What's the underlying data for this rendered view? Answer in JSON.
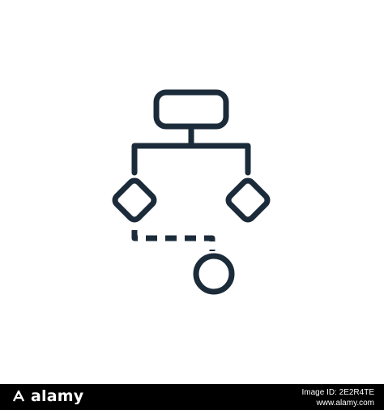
{
  "icon": {
    "name": "flowchart-icon",
    "stroke_color": "#1b2b3a",
    "dash_pattern_visible": true
  },
  "footer": {
    "brand": "alamy",
    "image_id_label": "Image ID:",
    "image_id_value": "2E2R4TE",
    "site": "www.alamy.com",
    "background": "#000000",
    "text_color": "#ffffff"
  }
}
